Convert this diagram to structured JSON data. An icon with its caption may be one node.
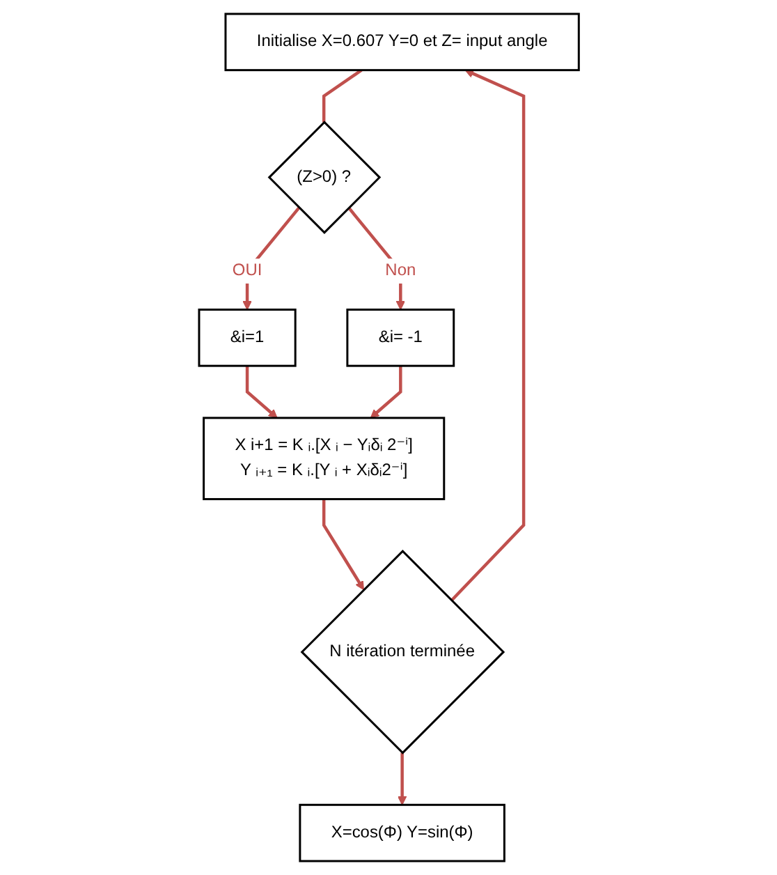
{
  "diagram": {
    "nodes": [
      {
        "text": [
          "Initialise X=0.607  Y=0 et Z= input angle"
        ]
      },
      {
        "text": [
          "(Z>0) ?"
        ]
      },
      {
        "text": [
          "&i=1"
        ]
      },
      {
        "text": [
          "&i= -1"
        ]
      },
      {
        "text": [
          "X i+1 = K ᵢ.[X ᵢ − Yᵢδᵢ 2⁻ⁱ]",
          "Y ᵢ₊₁ = K ᵢ.[Y ᵢ + Xᵢδᵢ2⁻ⁱ]"
        ]
      },
      {
        "text": [
          "N itération terminée"
        ]
      },
      {
        "text": [
          "X=cos(Φ) Y=sin(Φ)"
        ]
      }
    ],
    "edges": [
      {
        "from": 0,
        "to": 1,
        "arrow": "none"
      },
      {
        "from": 1,
        "to": 2,
        "arrow": "to",
        "label": "OUI"
      },
      {
        "from": 1,
        "to": 3,
        "arrow": "to",
        "label": "Non"
      },
      {
        "from": 2,
        "to": 4,
        "arrow": "to"
      },
      {
        "from": 3,
        "to": 4,
        "arrow": "to"
      },
      {
        "from": 4,
        "to": 5,
        "arrow": "to"
      },
      {
        "from": 5,
        "to": 0,
        "arrow": "to"
      },
      {
        "from": 5,
        "to": 6,
        "arrow": "to"
      }
    ]
  }
}
